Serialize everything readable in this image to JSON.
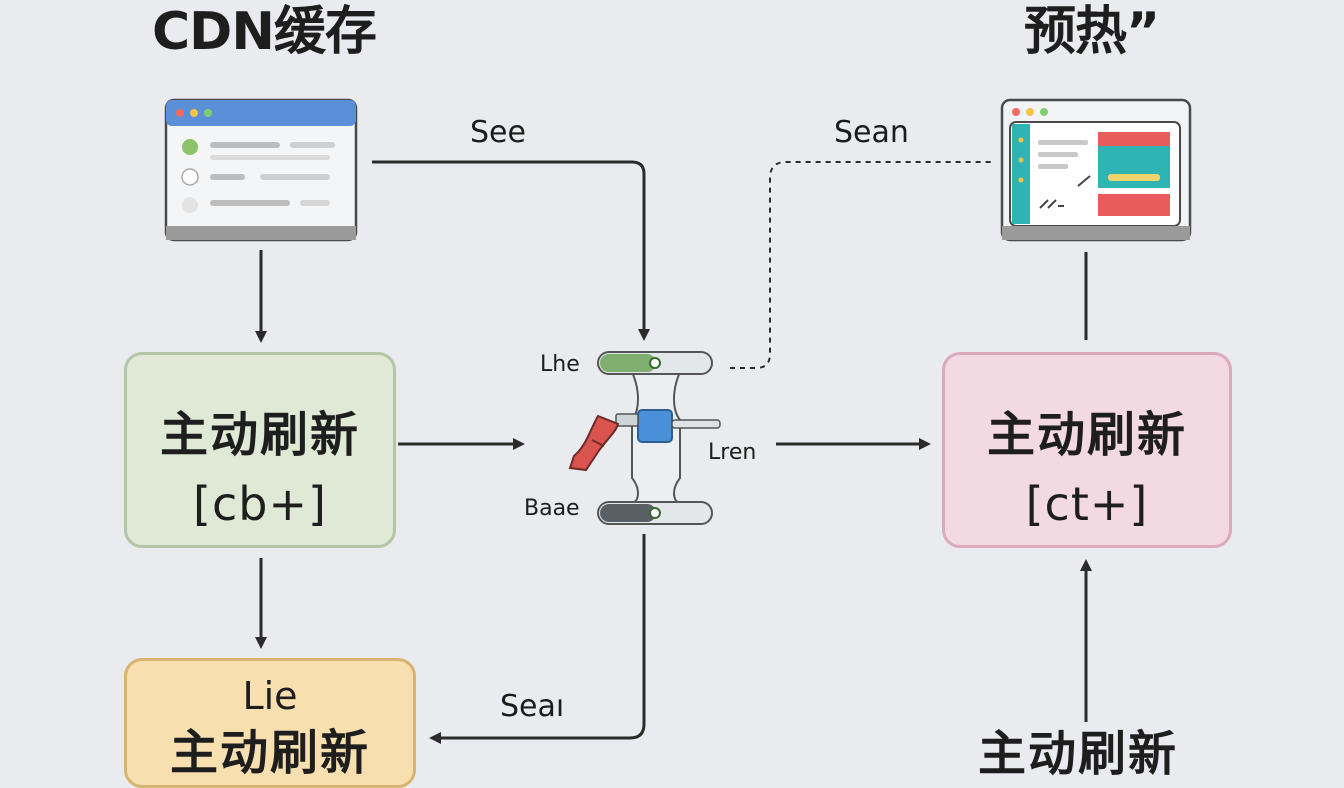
{
  "titles": {
    "left": "CDN缓存",
    "right": "预热”"
  },
  "labels": {
    "top_mid": "See",
    "top_right": "Sean",
    "bottom_mid": "Seaı",
    "valve_top": "Lhe",
    "valve_bottom": "Baae",
    "valve_right": "Lren"
  },
  "boxes": {
    "left": {
      "main": "主动刷新",
      "sub": "[cb+]"
    },
    "right": {
      "main": "主动刷新",
      "sub": "[ct+]"
    },
    "bottom_left": {
      "top": "Lie",
      "main": "主动刷新"
    },
    "bottom_right": {
      "main": "主动刷新"
    }
  },
  "colors": {
    "green_box": "#dfe9d6",
    "pink_box": "#f3d9e2",
    "orange_box": "#f7dfb0",
    "arrow": "#2b2b2b",
    "valve_green": "#7fae6e",
    "valve_blue": "#4a90d9",
    "valve_red": "#d9534f"
  },
  "icons": {
    "left_window": "browser-window-icon",
    "right_window": "dashboard-window-icon",
    "valve": "valve-icon"
  }
}
